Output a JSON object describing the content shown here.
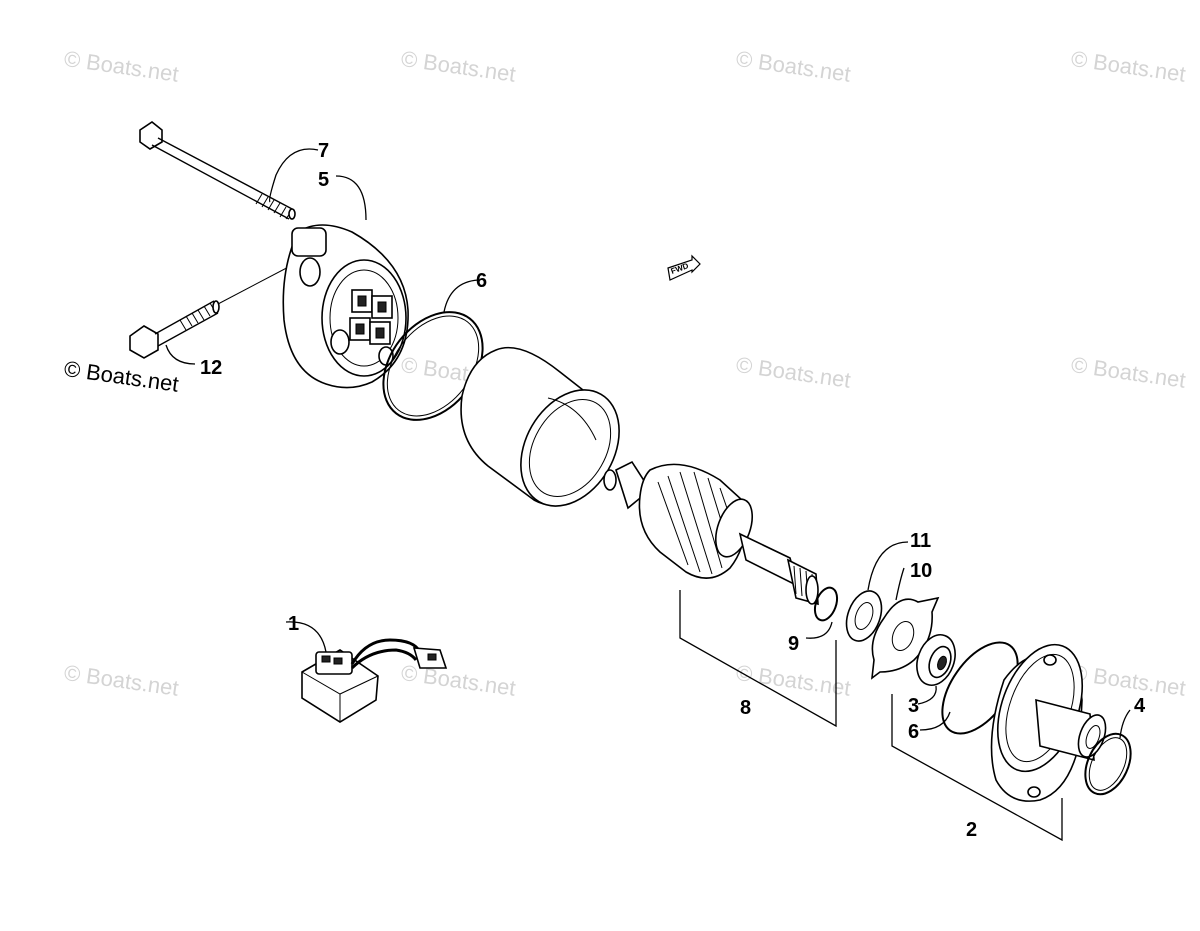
{
  "watermark": {
    "text": "© Boats.net"
  },
  "callouts": {
    "c1": "1",
    "c2": "2",
    "c3": "3",
    "c4": "4",
    "c5": "5",
    "c6a": "6",
    "c6b": "6",
    "c7": "7",
    "c8": "8",
    "c9": "9",
    "c10": "10",
    "c11": "11",
    "c12": "12"
  },
  "direction_tag": "FWD"
}
